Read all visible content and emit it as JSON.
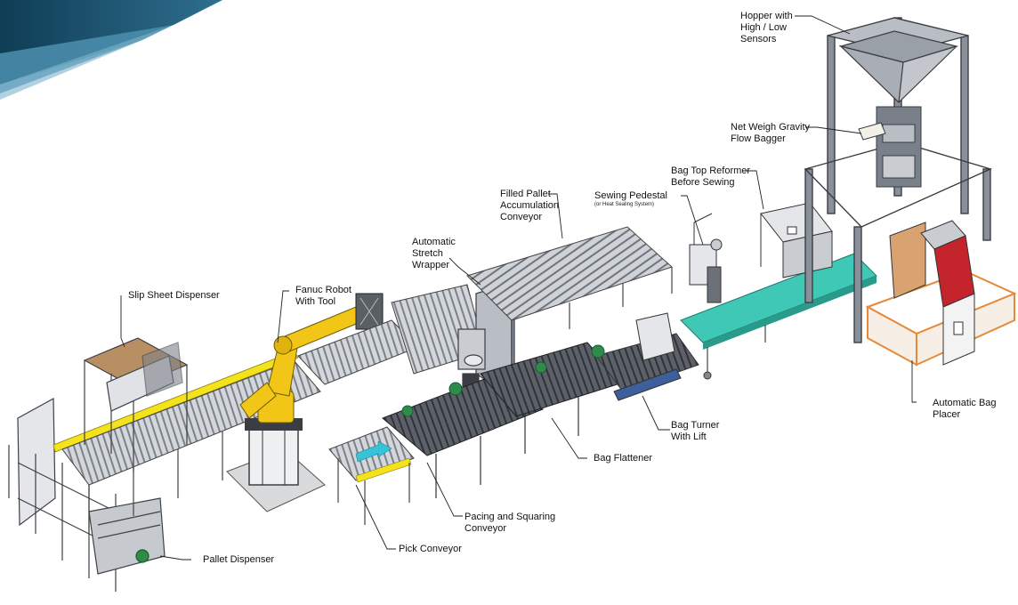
{
  "labels": {
    "hopper": [
      "Hopper with",
      "High / Low",
      "Sensors"
    ],
    "net_weigh": [
      "Net Weigh Gravity",
      "Flow Bagger"
    ],
    "bag_top_reformer": [
      "Bag Top Reformer",
      "Before Sewing"
    ],
    "sewing_pedestal": "Sewing Pedestal",
    "sewing_pedestal_note": "(or Heat Sealing System)",
    "filled_pallet": [
      "Filled Pallet",
      "Accumulation",
      "Conveyor"
    ],
    "stretch_wrapper": [
      "Automatic",
      "Stretch",
      "Wrapper"
    ],
    "slip_sheet": "Slip Sheet Dispenser",
    "fanuc_robot": [
      "Fanuc Robot",
      "With Tool"
    ],
    "automatic_bag_placer": [
      "Automatic Bag",
      "Placer"
    ],
    "bag_turner": [
      "Bag Turner",
      "With Lift"
    ],
    "bag_flattener": "Bag Flattener",
    "pacing_squaring": [
      "Pacing and Squaring",
      "Conveyor"
    ],
    "pick_conveyor": "Pick Conveyor",
    "pallet_dispenser": "Pallet Dispenser"
  },
  "colors": {
    "banner_dark": "#0f3d55",
    "banner_light": "#4b8fae",
    "steel": "#8a9099",
    "steel_dark": "#4a4f57",
    "roller": "#c9ccd1",
    "robot_yellow": "#f2c616",
    "guard_yellow": "#f4e21a",
    "teal": "#40c8b6",
    "cyan_arrow": "#34c3d8",
    "motor_green": "#2e8b4a",
    "placer_red": "#c4242c",
    "placer_orange": "#e58a3a",
    "tan": "#b78f63",
    "slab": "#d9dadc"
  }
}
